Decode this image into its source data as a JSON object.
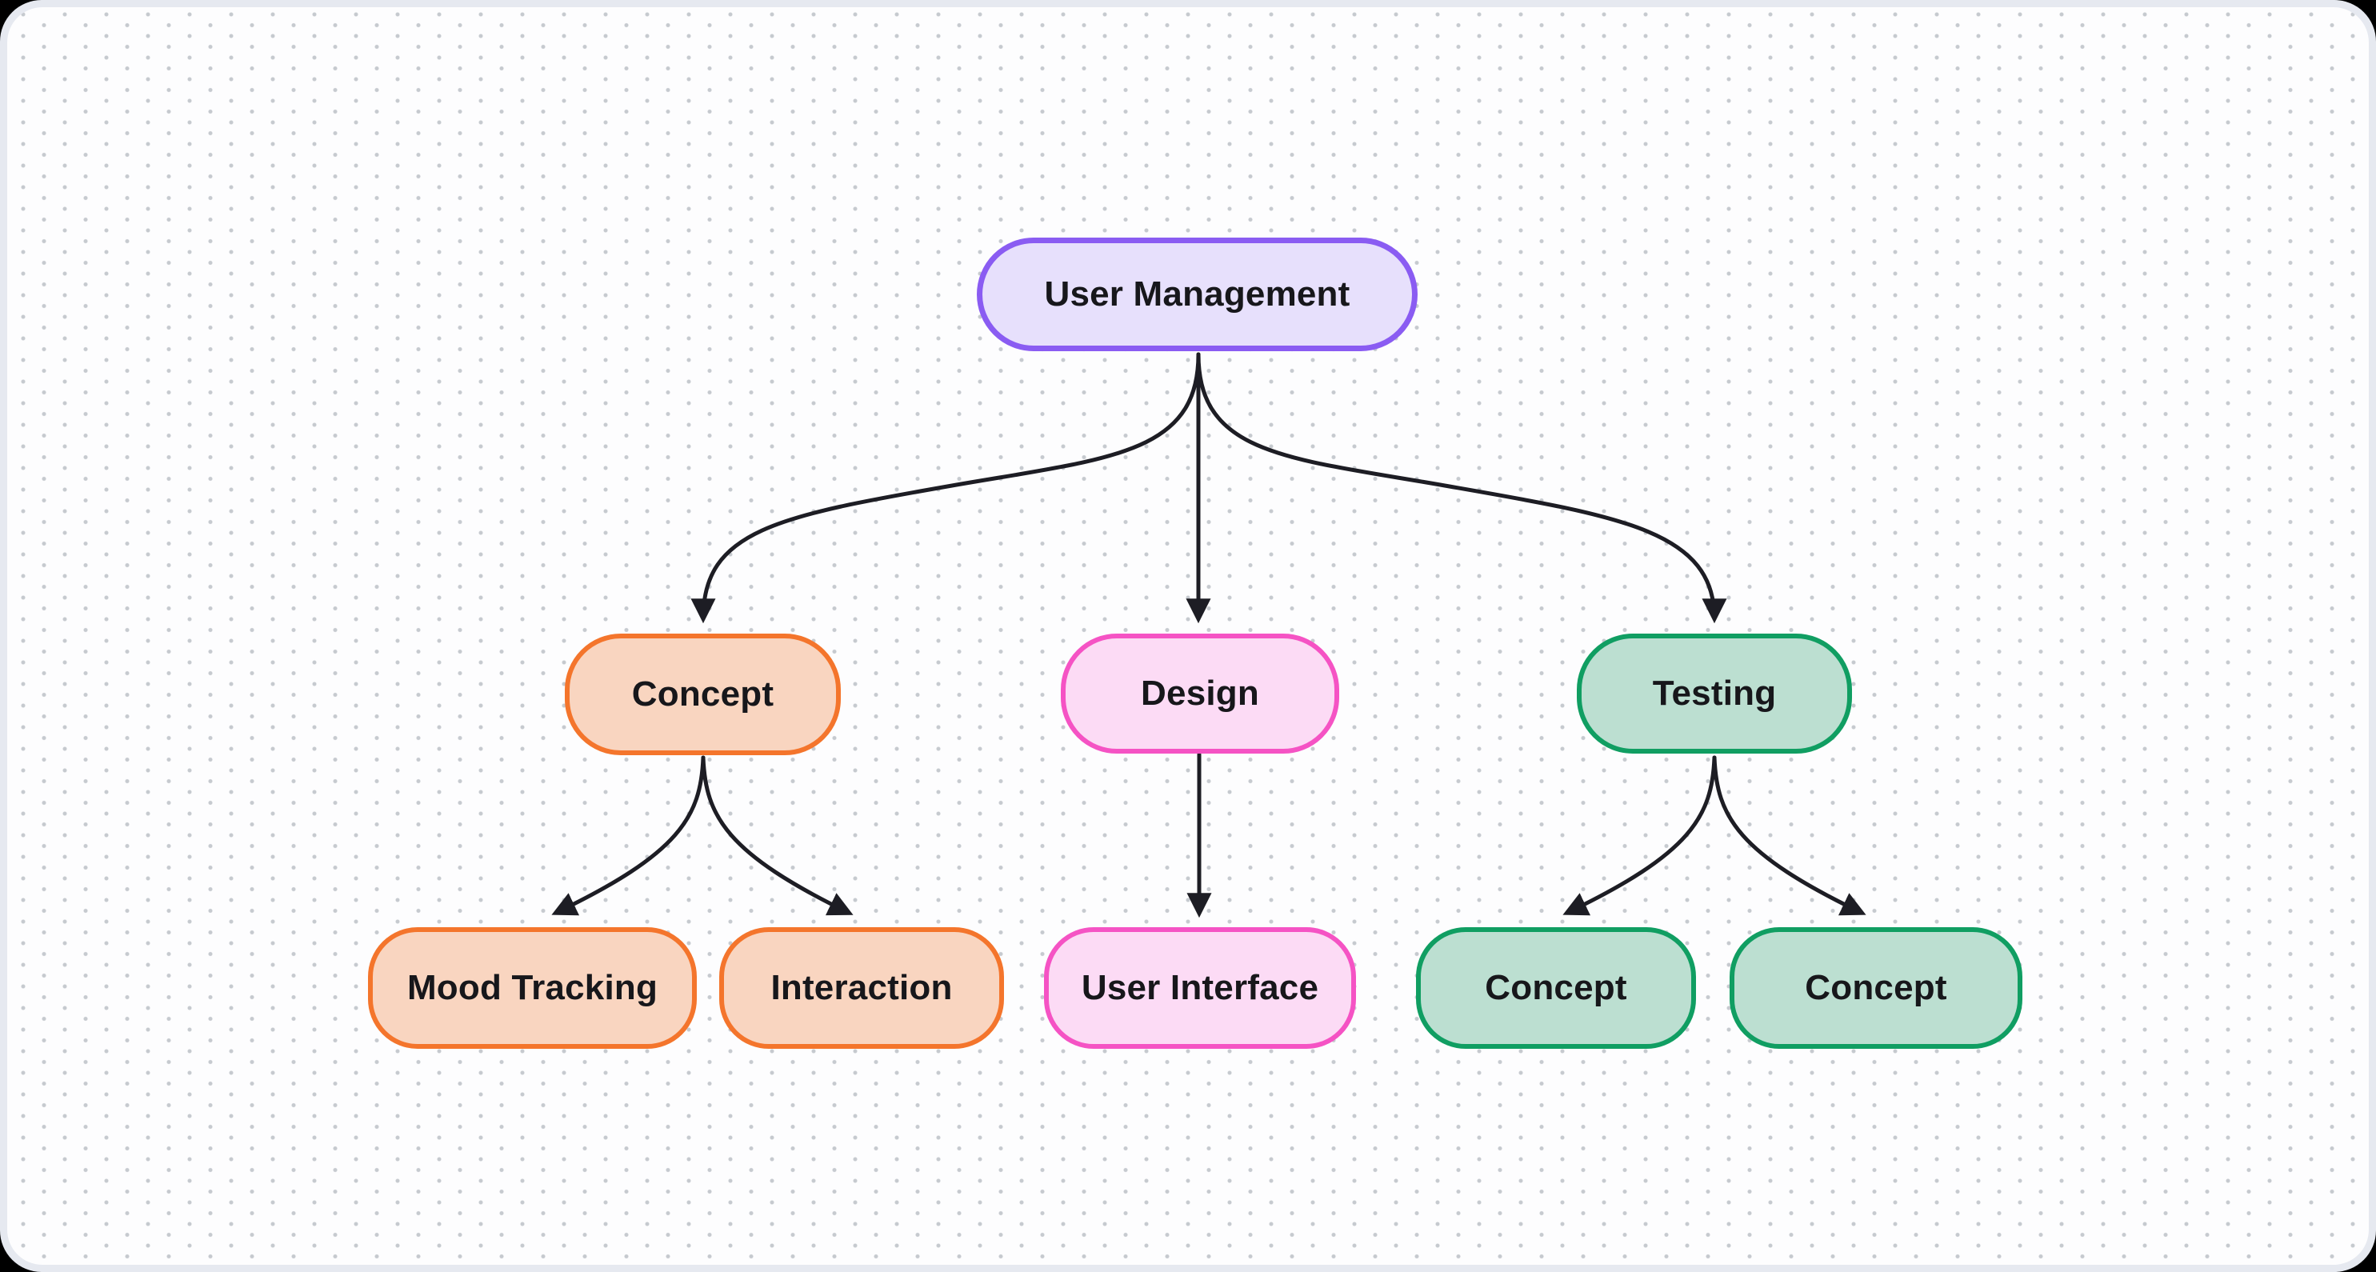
{
  "canvas": {
    "outside_color": "#000000",
    "frame_color": "#e6e9f0",
    "surface_color": "#fdfdfe",
    "dot_color": "#c6cacf",
    "edge_color": "#1d1d24",
    "text_color": "#17171b"
  },
  "diagram": {
    "type": "mindmap-flowchart",
    "themes": {
      "purple": {
        "fill": "#e7e0fc",
        "border": "#8a5cf2"
      },
      "orange": {
        "fill": "#f9d5c0",
        "border": "#f4752c"
      },
      "pink": {
        "fill": "#fcdbf5",
        "border": "#f553c4"
      },
      "green": {
        "fill": "#bcdfd1",
        "border": "#109e62"
      }
    },
    "nodes": [
      {
        "id": "user-management",
        "label": "User Management",
        "theme": "purple"
      },
      {
        "id": "concept",
        "label": "Concept",
        "theme": "orange"
      },
      {
        "id": "design",
        "label": "Design",
        "theme": "pink"
      },
      {
        "id": "testing",
        "label": "Testing",
        "theme": "green"
      },
      {
        "id": "mood-tracking",
        "label": "Mood Tracking",
        "theme": "orange"
      },
      {
        "id": "interaction",
        "label": "Interaction",
        "theme": "orange"
      },
      {
        "id": "user-interface",
        "label": "User Interface",
        "theme": "pink"
      },
      {
        "id": "concept-2",
        "label": "Concept",
        "theme": "green"
      },
      {
        "id": "concept-3",
        "label": "Concept",
        "theme": "green"
      }
    ],
    "edges": [
      {
        "from": "user-management",
        "to": "concept"
      },
      {
        "from": "user-management",
        "to": "design"
      },
      {
        "from": "user-management",
        "to": "testing"
      },
      {
        "from": "concept",
        "to": "mood-tracking"
      },
      {
        "from": "concept",
        "to": "interaction"
      },
      {
        "from": "design",
        "to": "user-interface"
      },
      {
        "from": "testing",
        "to": "concept-2"
      },
      {
        "from": "testing",
        "to": "concept-3"
      }
    ]
  }
}
